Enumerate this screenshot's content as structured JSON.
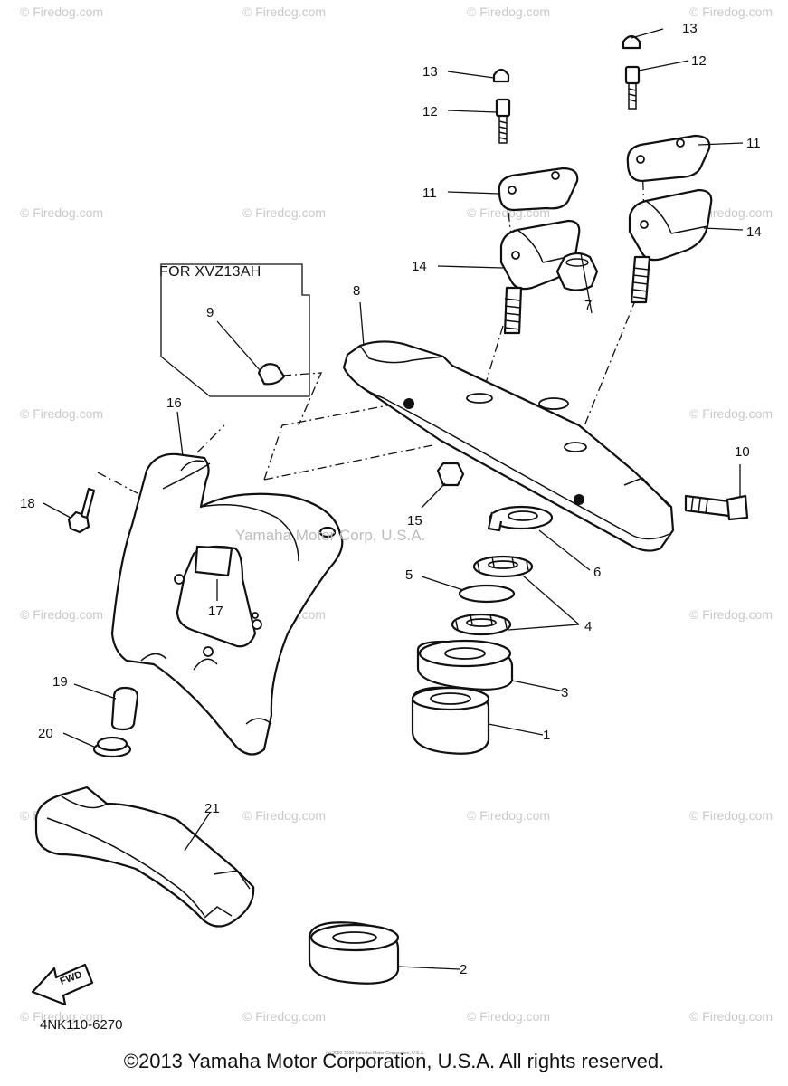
{
  "watermark": "© Firedog.com",
  "variant_box": {
    "text": "FOR XVZ13AH"
  },
  "mid_watermark": "Yamaha Motor Corp, U.S.A.",
  "drawing_code": "4NK110-6270",
  "fwd_label": "FWD",
  "copyright": "©2013 Yamaha Motor Corporation, U.S.A. All rights reserved.",
  "tiny_copyright": "(c) 2000-2010 Yamaha Motor Corporation, U.S.A.",
  "callouts": {
    "c1": "1",
    "c2": "2",
    "c3": "3",
    "c4": "4",
    "c5": "5",
    "c6": "6",
    "c7": "7",
    "c8": "8",
    "c9": "9",
    "c10": "10",
    "c11a": "11",
    "c11b": "11",
    "c12a": "12",
    "c12b": "12",
    "c13a": "13",
    "c13b": "13",
    "c14a": "14",
    "c14b": "14",
    "c15": "15",
    "c16": "16",
    "c17": "17",
    "c18": "18",
    "c19": "19",
    "c20": "20",
    "c21": "21"
  }
}
